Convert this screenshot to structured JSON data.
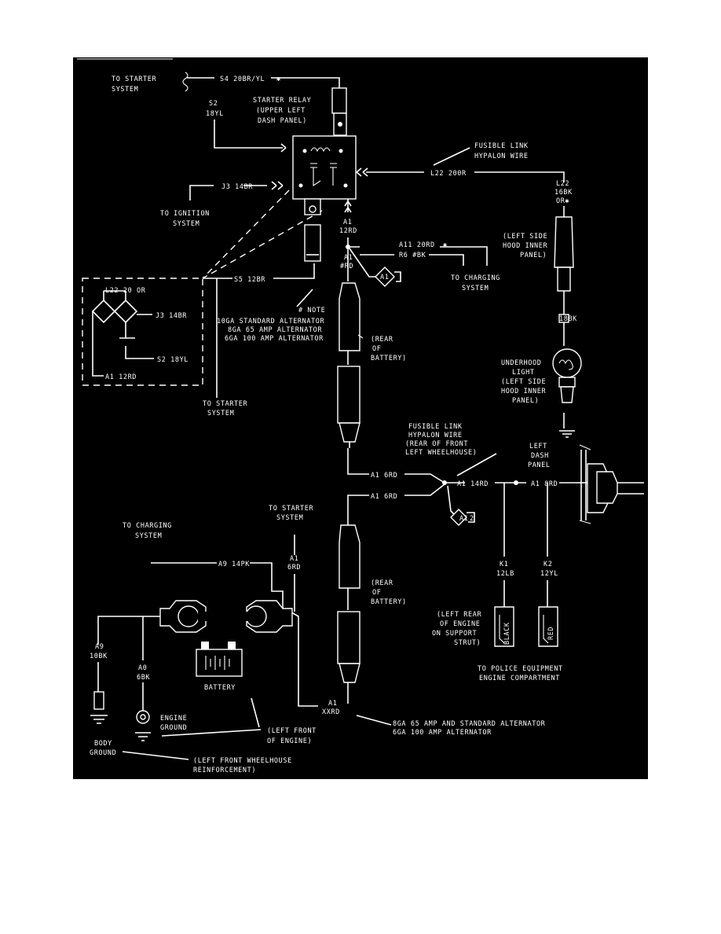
{
  "colors": {
    "background": "#000000",
    "ink": "#ffffff",
    "page": "#ffffff"
  },
  "labels": {
    "to_starter_top": [
      "TO STARTER",
      "SYSTEM"
    ],
    "s4": "S4 20BR/YL",
    "star": "✱",
    "s2": [
      "S2",
      "18YL"
    ],
    "starter_relay": [
      "STARTER RELAY",
      "(UPPER LEFT",
      "DASH PANEL)"
    ],
    "fusible_link_top": [
      "FUSIBLE LINK",
      "HYPALON WIRE"
    ],
    "l22_200r": "L22 200R",
    "l22_right": [
      "L22",
      "16BK",
      "OR✱"
    ],
    "j3": "J3 14BR",
    "to_ignition": [
      "TO IGNITION",
      "SYSTEM"
    ],
    "a1_12rd": [
      "A1",
      "12RD"
    ],
    "a11": "A11 20RD",
    "r6": "R6 #BK",
    "a1_diamond": "A1",
    "to_charging_mid": [
      "TO CHARGING",
      "SYSTEM"
    ],
    "hood_inner_panel": [
      "(LEFT SIDE",
      "HOOD INNER",
      "PANEL)"
    ],
    "inset": {
      "l22": "L22 20 OR",
      "j3": "J3 14BR",
      "s2": "S2 18YL",
      "a1": "A1 12RD"
    },
    "s5": "S5 12BR",
    "a1_rd": [
      "A1",
      "#RD"
    ],
    "note": "# NOTE",
    "note_lines": [
      "10GA STANDARD ALTERNATOR",
      "8GA 65 AMP ALTERNATOR",
      "6GA 100 AMP ALTERNATOR"
    ],
    "rear_battery_1": [
      "(REAR",
      "OF",
      "BATTERY)"
    ],
    "bk18": "18BK",
    "underhood": [
      "UNDERHOOD",
      "LIGHT",
      "(LEFT SIDE",
      "HOOD INNER",
      "PANEL)"
    ],
    "to_starter_mid": [
      "TO STARTER",
      "SYSTEM"
    ],
    "fusible_link_mid": [
      "FUSIBLE LINK",
      "HYPALON WIRE",
      "(REAR OF FRONT",
      "LEFT WHEELHOUSE)"
    ],
    "left_dash": [
      "LEFT",
      "DASH",
      "PANEL"
    ],
    "a1_6rd_a": "A1 6RD",
    "a1_6rd_b": "A1 6RD",
    "a1_14rd": "A1 14RD",
    "a1_8rd": "A1 8RD",
    "a1_diamond2": "A1",
    "diamond2_num": "2",
    "to_starter_low": [
      "TO STARTER",
      "SYSTEM"
    ],
    "to_charging_low": [
      "TO CHARGING",
      "SYSTEM"
    ],
    "a9_14pk": "A9 14PK",
    "a1_6rd_v": [
      "A1",
      "6RD"
    ],
    "rear_battery_2": [
      "(REAR",
      "OF",
      "BATTERY)"
    ],
    "k1": [
      "K1",
      "12LB"
    ],
    "k2": [
      "K2",
      "12YL"
    ],
    "left_rear_engine": [
      "(LEFT REAR",
      "OF ENGINE",
      "ON SUPPORT",
      "STRUT)"
    ],
    "black": "BLACK",
    "red": "RED",
    "a9_10bk": [
      "A9",
      "10BK"
    ],
    "a0_6bk": [
      "A0",
      "6BK"
    ],
    "battery": "BATTERY",
    "to_police": [
      "TO POLICE EQUIPMENT",
      "ENGINE COMPARTMENT"
    ],
    "engine_ground": [
      "ENGINE",
      "GROUND"
    ],
    "a1_xxrd": [
      "A1",
      "XXRD"
    ],
    "left_front_engine": [
      "(LEFT FRONT",
      "OF ENGINE)"
    ],
    "alt_bottom": [
      "8GA 65 AMP AND STANDARD ALTERNATOR",
      "6GA 100 AMP ALTERNATOR"
    ],
    "body_ground": [
      "BODY",
      "GROUND"
    ],
    "left_front_wheelhouse": [
      "(LEFT FRONT WHEELHOUSE",
      "REINFORCEMENT)"
    ]
  }
}
